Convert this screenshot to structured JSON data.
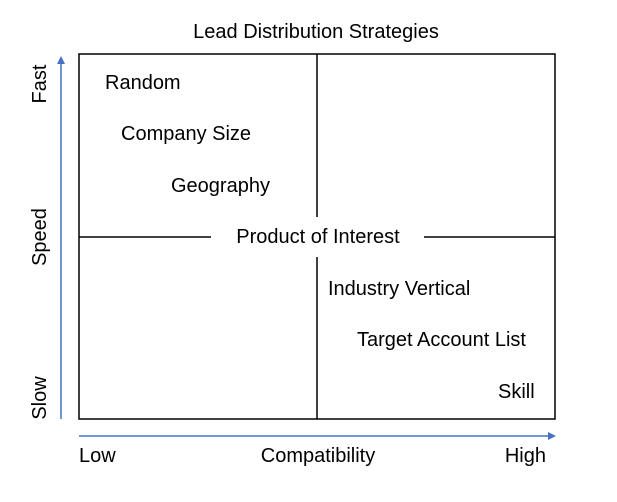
{
  "title": "Lead Distribution Strategies",
  "colors": {
    "axis_arrow": "#4472C4",
    "frame": "#000000",
    "text": "#000000",
    "background": "#FFFFFF"
  },
  "y_axis": {
    "label": "Speed",
    "top_label": "Fast",
    "bottom_label": "Slow"
  },
  "x_axis": {
    "label": "Compatibility",
    "left_label": "Low",
    "right_label": "High"
  },
  "strategies": {
    "random": "Random",
    "company_size": "Company Size",
    "geography": "Geography",
    "product_of_interest": "Product of Interest",
    "industry_vertical": "Industry Vertical",
    "target_account_list": "Target Account List",
    "skill": "Skill"
  }
}
